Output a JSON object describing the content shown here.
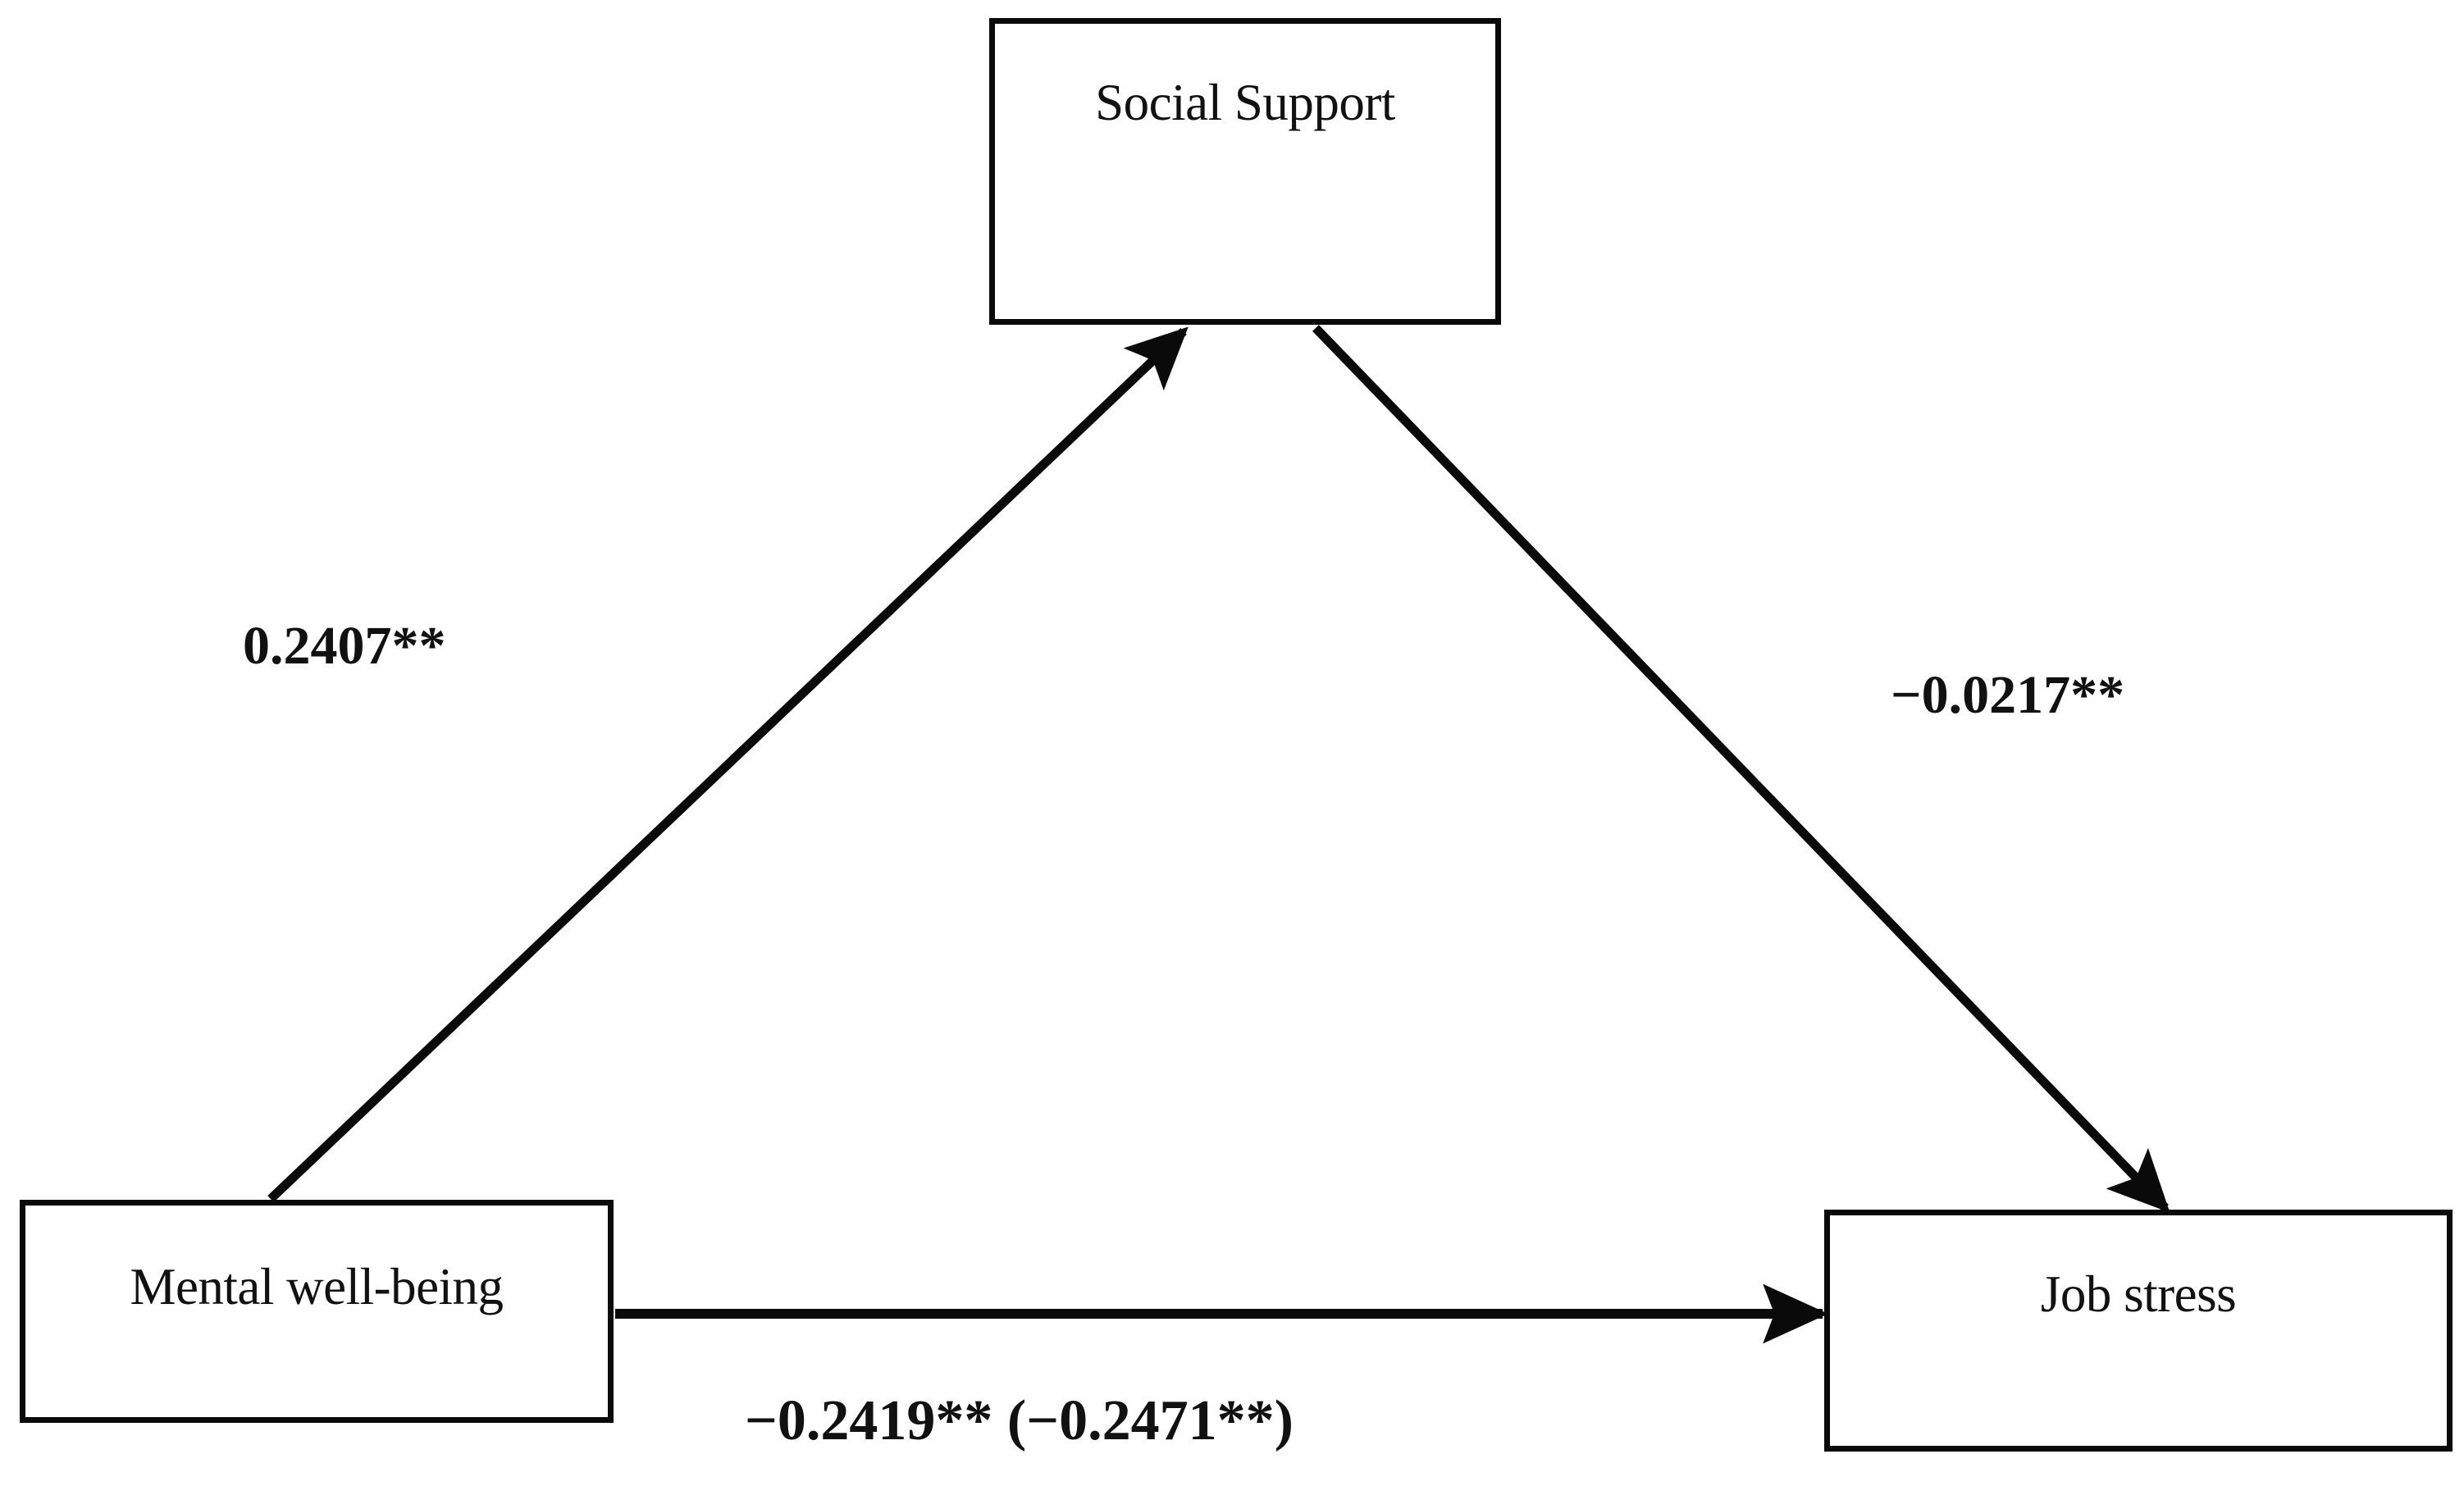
{
  "figure": {
    "type": "path-diagram",
    "background_color": "#ffffff",
    "line_color": "#0a0a0a",
    "text_color": "#111111",
    "nodes": [
      {
        "id": "social-support",
        "label": "Social Support"
      },
      {
        "id": "mental-wellbeing",
        "label": "Mental well-being"
      },
      {
        "id": "job-stress",
        "label": "Job stress"
      }
    ],
    "edges": [
      {
        "id": "a-path",
        "from": "mental-wellbeing",
        "to": "social-support",
        "label": "0.2407**",
        "coefficient": 0.2407,
        "significance": "**",
        "direction": "positive"
      },
      {
        "id": "b-path",
        "from": "social-support",
        "to": "job-stress",
        "label": "−0.0217**",
        "coefficient": -0.0217,
        "significance": "**",
        "direction": "negative"
      },
      {
        "id": "c-path",
        "from": "mental-wellbeing",
        "to": "job-stress",
        "label": "−0.2419** (−0.2471**)",
        "coefficient": -0.2419,
        "total_effect": -0.2471,
        "significance": "**",
        "direction": "negative"
      }
    ]
  }
}
